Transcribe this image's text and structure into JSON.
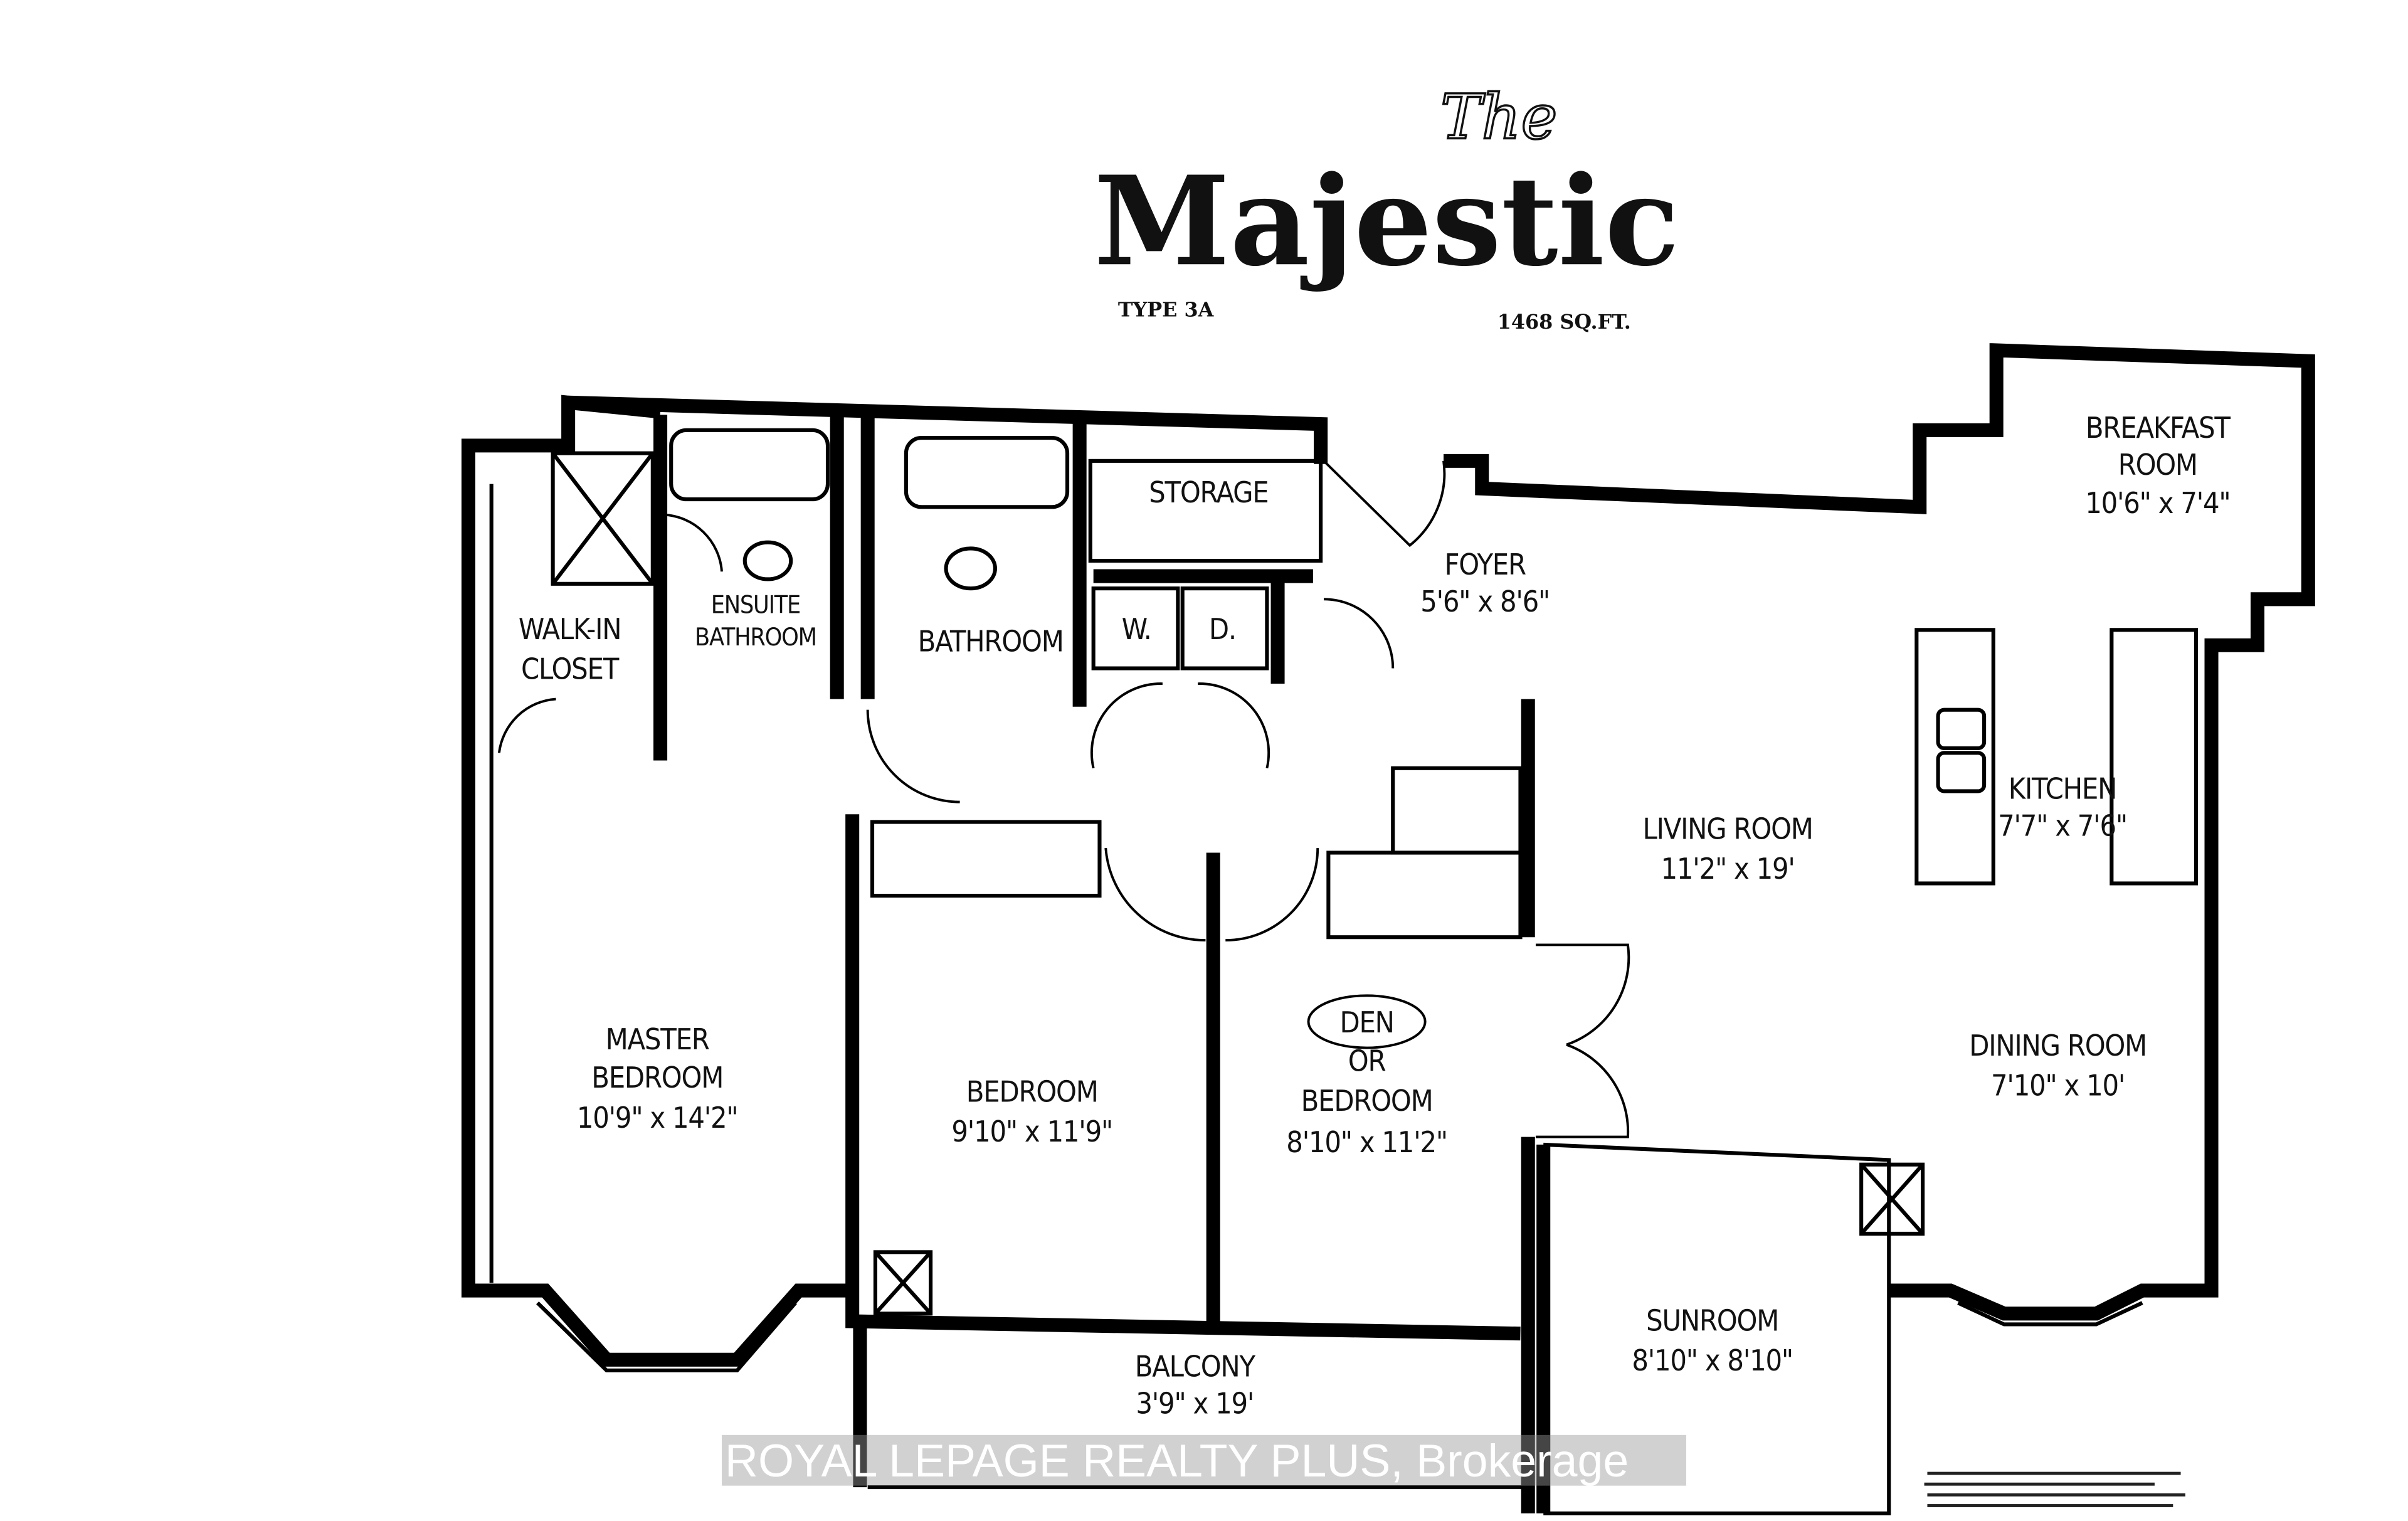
{
  "header": {
    "the": "The",
    "title": "Majestic",
    "type": "TYPE 3A",
    "area": "1468 SQ.FT."
  },
  "rooms": {
    "breakfast": {
      "name1": "BREAKFAST",
      "name2": "ROOM",
      "size": "10'6\" x 7'4\""
    },
    "foyer": {
      "name": "FOYER",
      "size": "5'6\" x 8'6\""
    },
    "storage": {
      "name": "STORAGE"
    },
    "walkin": {
      "name1": "WALK-IN",
      "name2": "CLOSET"
    },
    "ensuite": {
      "name1": "ENSUITE",
      "name2": "BATHROOM"
    },
    "bathroom": {
      "name": "BATHROOM"
    },
    "washer": {
      "name": "W."
    },
    "dryer": {
      "name": "D."
    },
    "kitchen": {
      "name": "KITCHEN",
      "size": "7'7\" x 7'6\""
    },
    "living": {
      "name": "LIVING ROOM",
      "size": "11'2\" x 19'"
    },
    "master": {
      "name1": "MASTER",
      "name2": "BEDROOM",
      "size": "10'9\" x 14'2\""
    },
    "bedroom": {
      "name": "BEDROOM",
      "size": "9'10\" x 11'9\""
    },
    "den": {
      "name1": "DEN",
      "name2": "OR",
      "name3": "BEDROOM",
      "size": "8'10\" x 11'2\""
    },
    "dining": {
      "name": "DINING ROOM",
      "size": "7'10\" x 10'"
    },
    "sunroom": {
      "name": "SUNROOM",
      "size": "8'10\" x 8'10\""
    },
    "balcony": {
      "name": "BALCONY",
      "size": "3'9\" x 19'"
    }
  },
  "watermark": "ROYAL LEPAGE REALTY PLUS, Brokerage"
}
